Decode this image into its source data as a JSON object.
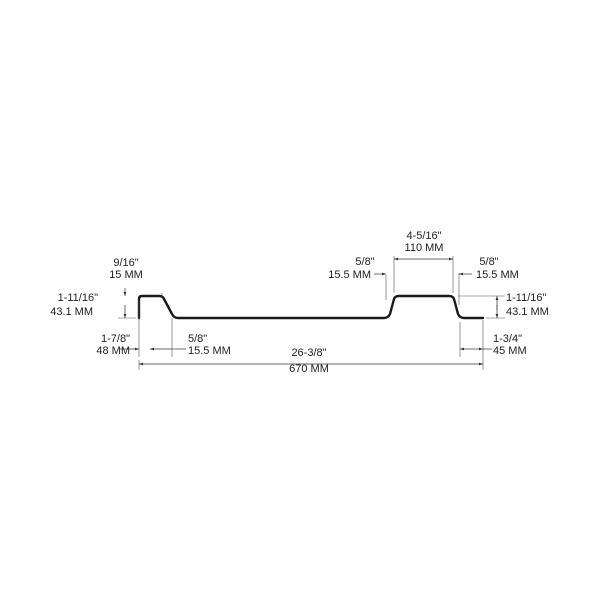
{
  "colors": {
    "line": "#1a1a1a",
    "text": "#222222",
    "background": "#ffffff"
  },
  "labels": {
    "rib_top_left_in": "9/16\"",
    "rib_top_left_mm": "15 MM",
    "height_left_in": "1-11/16\"",
    "height_left_mm": "43.1 MM",
    "left_offset_in": "1-7/8\"",
    "left_offset_mm": "48 MM",
    "left_slope_in": "5/8\"",
    "left_slope_mm": "15.5 MM",
    "width_in": "26-3/8\"",
    "width_mm": "670 MM",
    "rib_top_in": "4-5/16\"",
    "rib_top_mm": "110 MM",
    "rib_left_slope_in": "5/8\"",
    "rib_left_slope_mm": "15.5 MM",
    "rib_right_slope_in": "5/8\"",
    "rib_right_slope_mm": "15.5 MM",
    "height_right_in": "1-11/16\"",
    "height_right_mm": "43.1 MM",
    "right_offset_in": "1-3/4\"",
    "right_offset_mm": "45 MM"
  }
}
